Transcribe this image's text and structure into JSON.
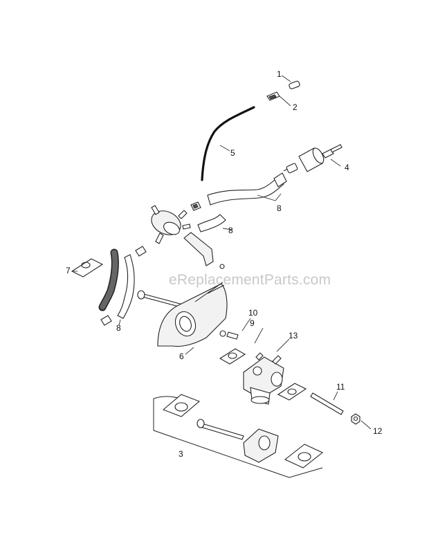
{
  "watermark": "eReplacementParts.com",
  "callouts": [
    {
      "id": "c1",
      "label": "1"
    },
    {
      "id": "c2",
      "label": "2"
    },
    {
      "id": "c3",
      "label": "3"
    },
    {
      "id": "c4",
      "label": "4"
    },
    {
      "id": "c5",
      "label": "5"
    },
    {
      "id": "c6",
      "label": "6"
    },
    {
      "id": "c7",
      "label": "7"
    },
    {
      "id": "c8a",
      "label": "8"
    },
    {
      "id": "c8b",
      "label": "8"
    },
    {
      "id": "c8c",
      "label": "8"
    },
    {
      "id": "c9",
      "label": "9"
    },
    {
      "id": "c10",
      "label": "10"
    },
    {
      "id": "c11",
      "label": "11"
    },
    {
      "id": "c12",
      "label": "12"
    },
    {
      "id": "c13",
      "label": "13"
    }
  ]
}
